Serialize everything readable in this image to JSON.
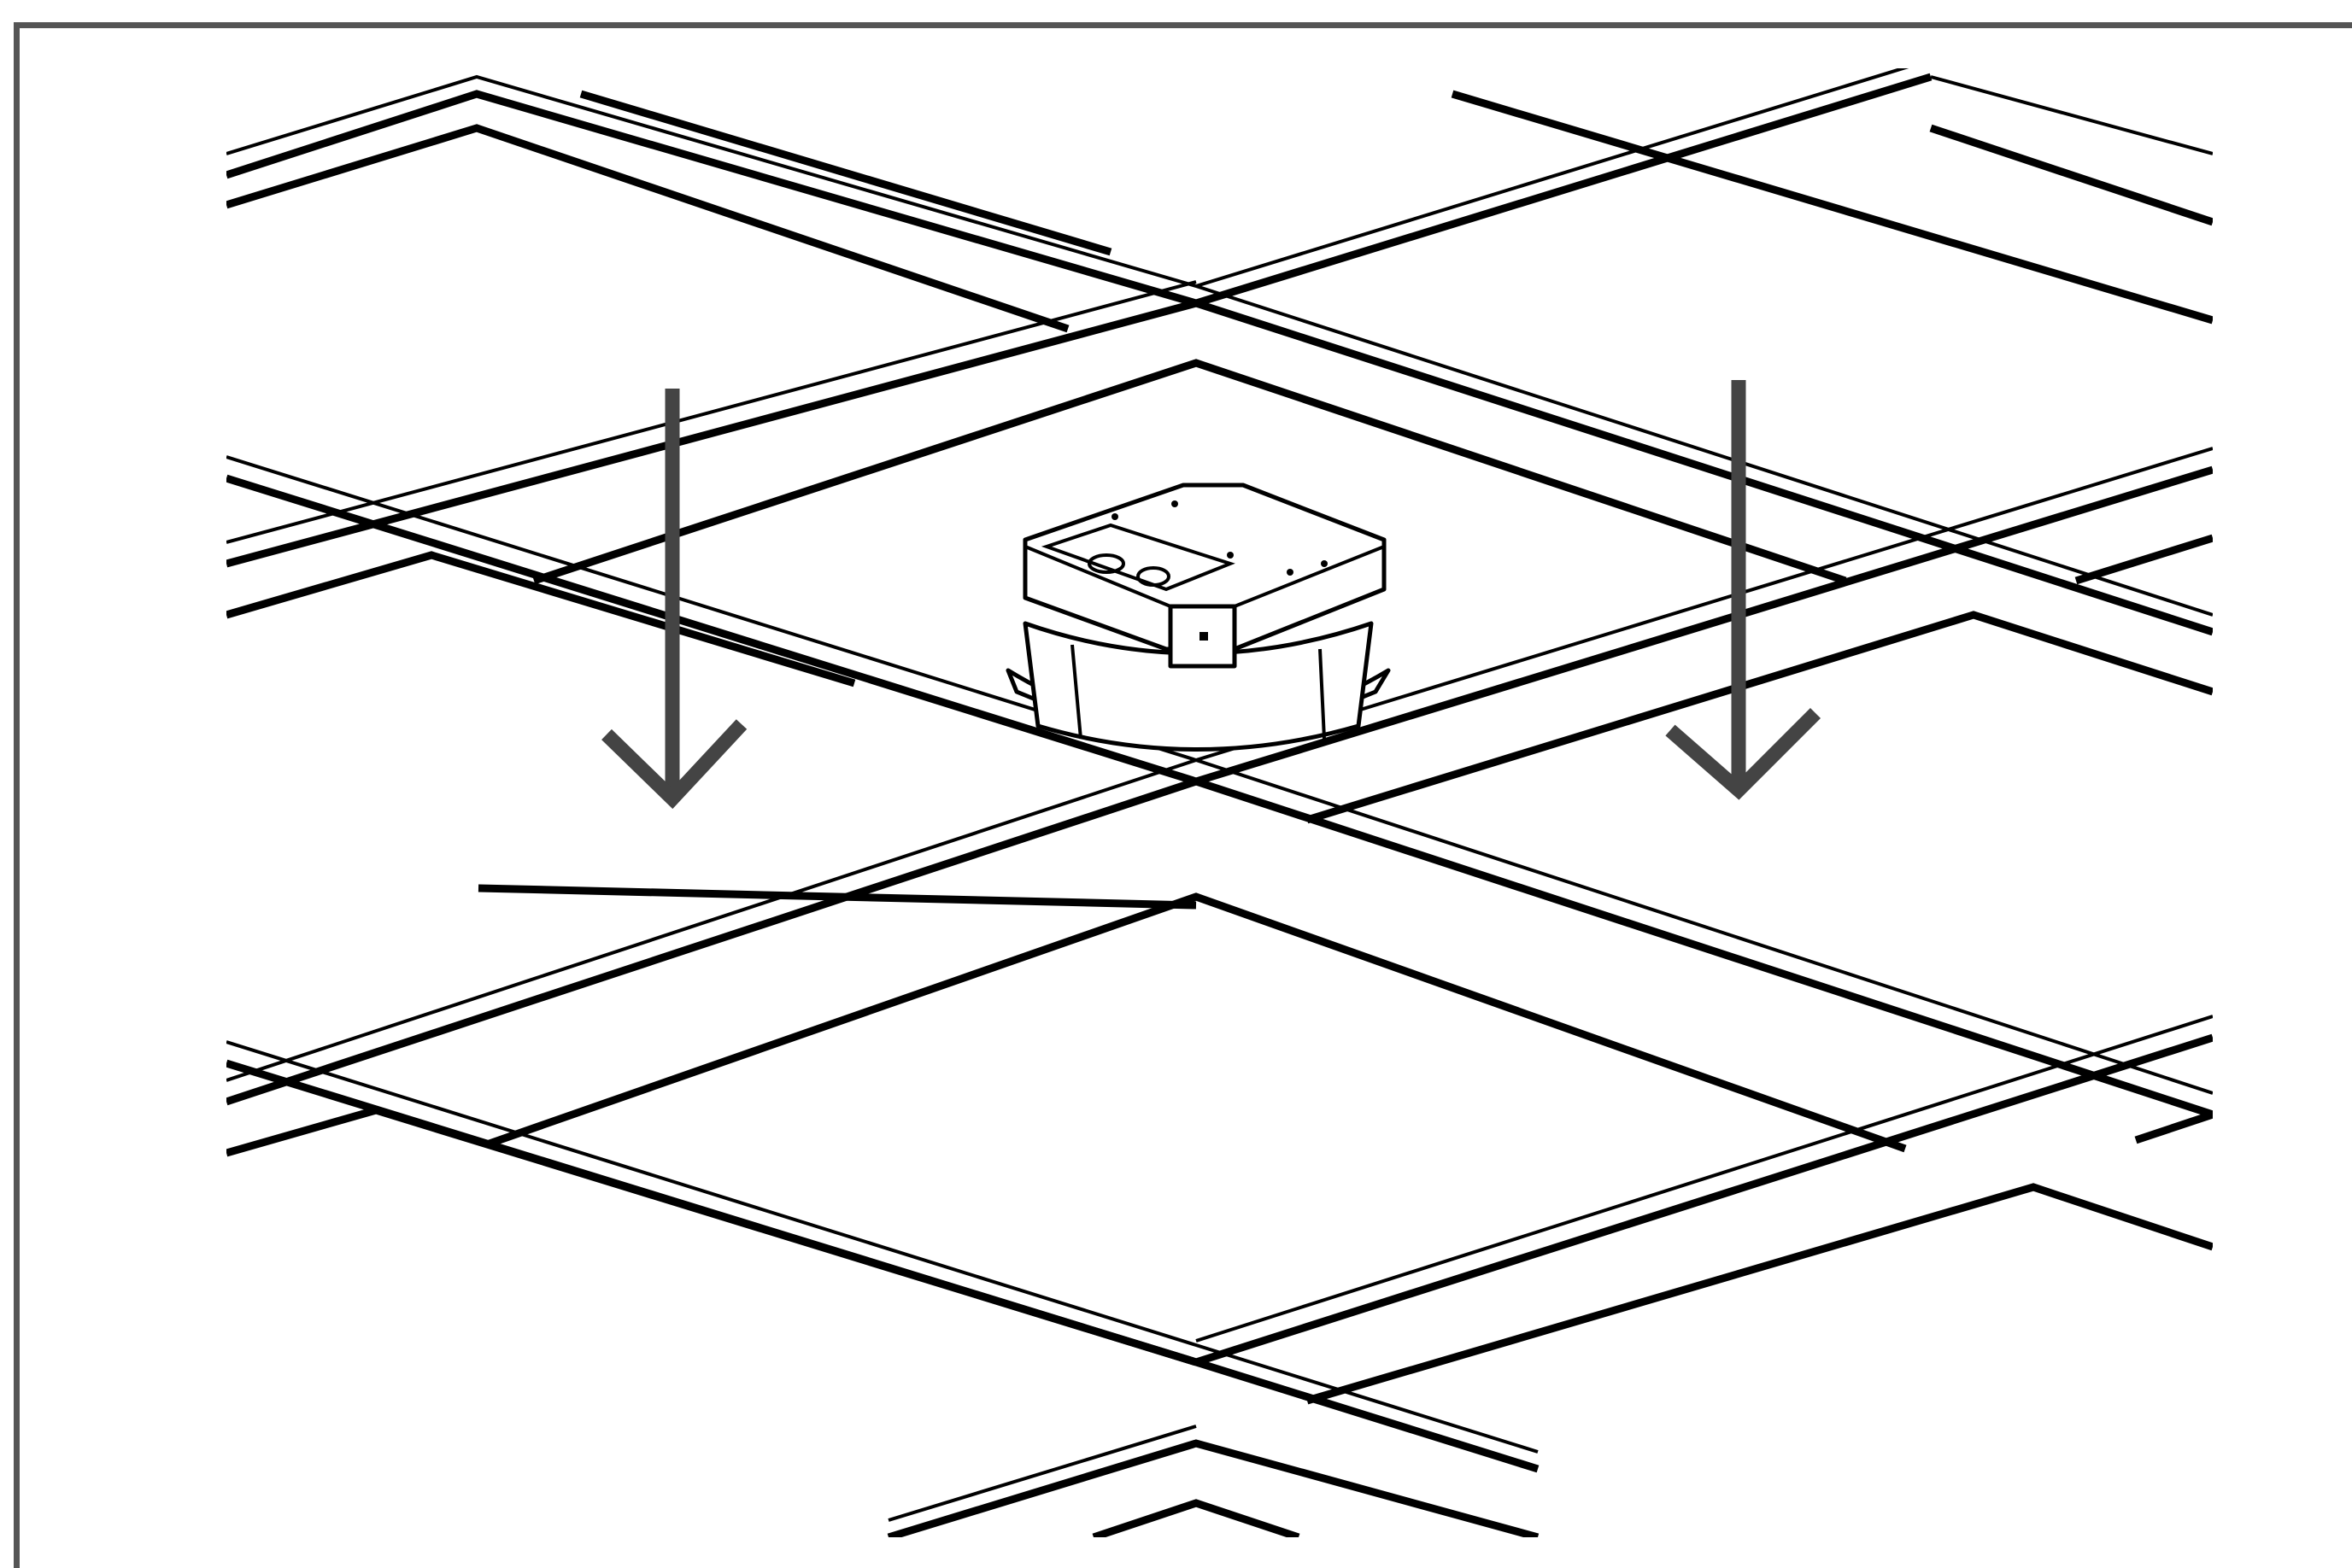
{
  "figure": {
    "description_visible_text": "",
    "colors": {
      "background": "#ffffff",
      "frame": "#555555",
      "lines": "#000000",
      "arrows": "#444444"
    },
    "elements": {
      "ceiling_grid": "suspended-ceiling-grid",
      "device": "ceiling-mounted-speaker",
      "arrows": [
        "down-arrow-left",
        "down-arrow-right"
      ]
    }
  }
}
